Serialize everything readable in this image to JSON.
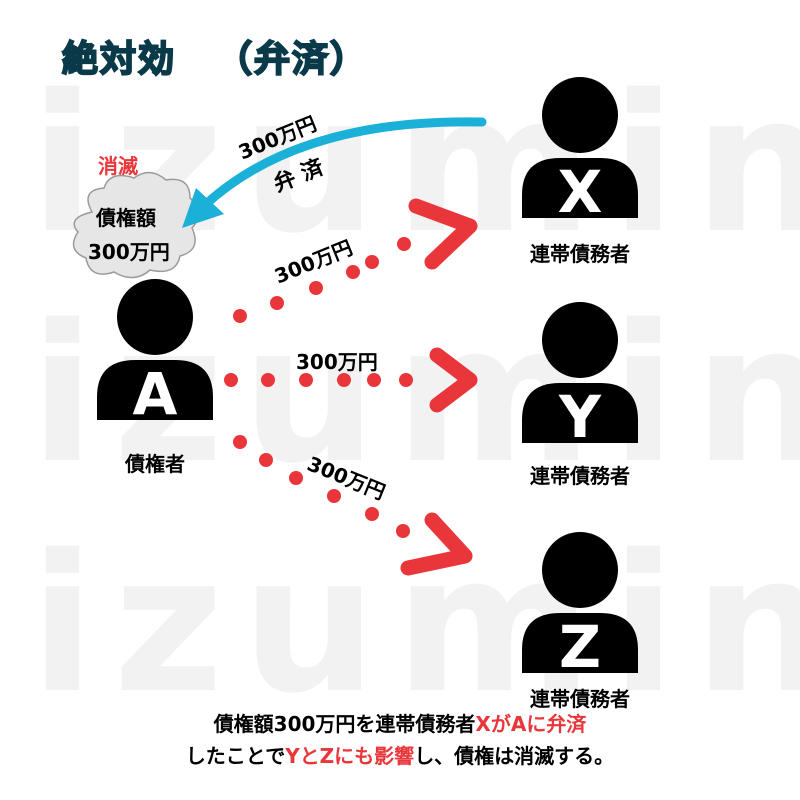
{
  "title": {
    "main": "絶対効",
    "sub": "（弁済）"
  },
  "watermark": "izumin",
  "cloud": {
    "status": "消滅",
    "line1": "債権額",
    "line2": "300万円"
  },
  "creditor": {
    "letter": "A",
    "label": "債権者"
  },
  "debtors": [
    {
      "letter": "X",
      "label": "連帯債務者"
    },
    {
      "letter": "Y",
      "label": "連帯債務者"
    },
    {
      "letter": "Z",
      "label": "連帯債務者"
    }
  ],
  "payment_arrow": {
    "amount": "300万円",
    "label": "弁 済"
  },
  "claim_arrows": [
    {
      "amount": "300万円"
    },
    {
      "amount": "300万円"
    },
    {
      "amount": "300万円"
    }
  ],
  "caption": {
    "line1": [
      {
        "text": "債権額300万円を連帯債務者",
        "highlight": false
      },
      {
        "text": "XがAに弁済",
        "highlight": true
      }
    ],
    "line2": [
      {
        "text": "したことで",
        "highlight": false
      },
      {
        "text": "YとZにも影響",
        "highlight": true
      },
      {
        "text": "し、債権は消滅する。",
        "highlight": false
      }
    ]
  },
  "colors": {
    "title": "#1ab0d8",
    "payment_arrow": "#1ab0d8",
    "claim_arrows": "#e9363a",
    "highlight": "#e9363a",
    "person": "#000000",
    "cloud": "#e6e6e6"
  }
}
